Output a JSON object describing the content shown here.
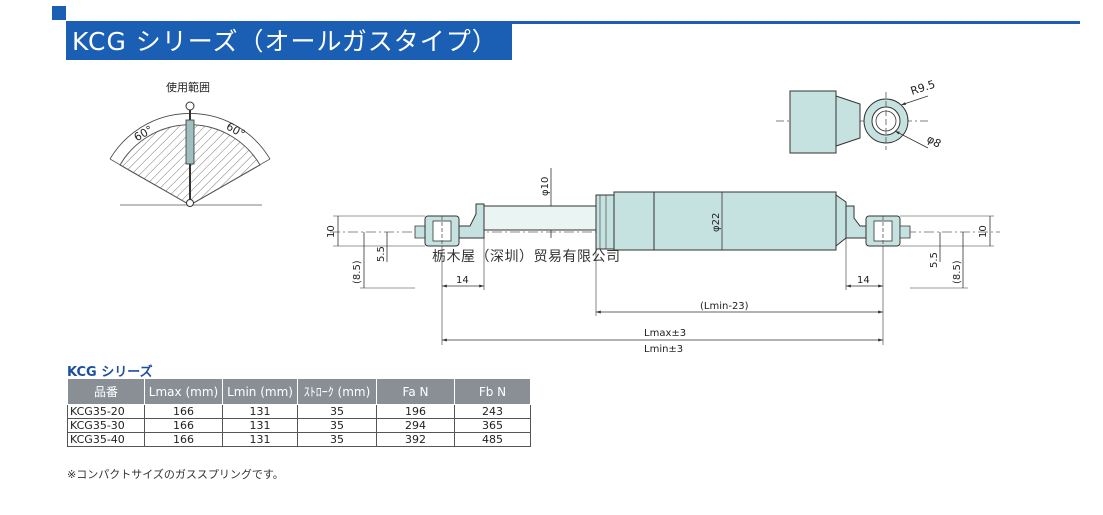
{
  "title": "KCG シリーズ（オールガスタイプ）",
  "angle_diagram": {
    "label": "使用範囲",
    "left_angle": "60°",
    "right_angle": "60°"
  },
  "rod_end_detail": {
    "radius": "R9.5",
    "hole": "φ8"
  },
  "main_drawing": {
    "rod_dia": "φ10",
    "body_dia": "φ22",
    "left_height": "10",
    "right_height": "10",
    "left_offset": "5.5",
    "right_offset": "5.5",
    "left_offset_paren": "(8.5)",
    "right_offset_paren": "(8.5)",
    "left_eye": "14",
    "right_eye": "14",
    "body_len": "(Lmin-23)",
    "lmax": "Lmax±3",
    "lmin": "Lmin±3"
  },
  "watermark": "栃木屋（深圳）贸易有限公司",
  "table": {
    "section_title": "KCG シリーズ",
    "headers": [
      "品番",
      "Lmax (mm)",
      "Lmin (mm)",
      "ｽﾄﾛｰｸ (mm)",
      "Fa N",
      "Fb N"
    ],
    "rows": [
      [
        "KCG35-20",
        "166",
        "131",
        "35",
        "196",
        "243"
      ],
      [
        "KCG35-30",
        "166",
        "131",
        "35",
        "294",
        "365"
      ],
      [
        "KCG35-40",
        "166",
        "131",
        "35",
        "392",
        "485"
      ]
    ]
  },
  "note": "※コンパクトサイズのガススプリングです。",
  "colors": {
    "brand_blue": "#1a5fb4",
    "cylinder": "#c6e2e0",
    "header_gray": "#8a8f96"
  }
}
